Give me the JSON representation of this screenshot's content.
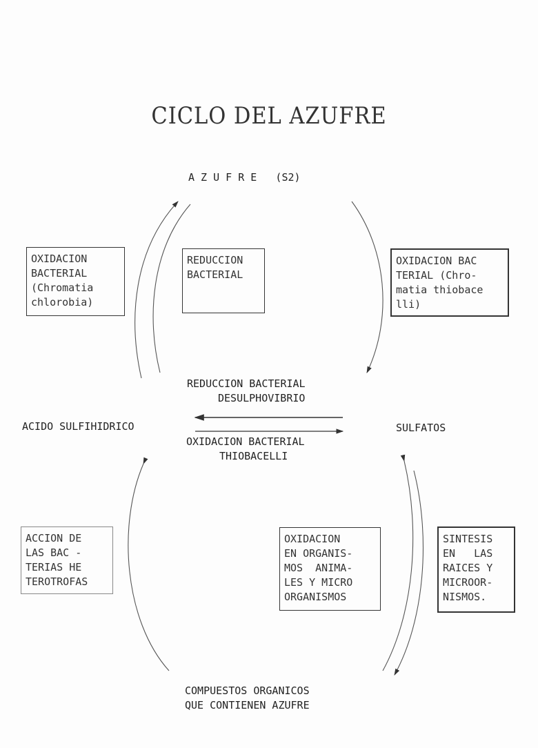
{
  "title": "CICLO DEL AZUFRE",
  "nodes": {
    "top": "A Z U F R E   (S2)",
    "left": "ACIDO SULFIHIDRICO",
    "right": "SULFATOS",
    "bottom_line1": "COMPUESTOS ORGANICOS",
    "bottom_line2": "QUE CONTIENEN AZUFRE"
  },
  "center": {
    "upper_line1": "REDUCCION BACTERIAL",
    "upper_line2": "DESULPHOVIBRIO",
    "lower_line1": "OXIDACION BACTERIAL",
    "lower_line2": "THIOBACELLI"
  },
  "boxes": {
    "oxidacion_chromatia": "OXIDACION\nBACTERIAL\n(Chromatia\nchlorobia)",
    "reduccion_bacterial": "REDUCCION\nBACTERIAL",
    "oxidacion_thiobacelli": "OXIDACION BAC\nTERIAL (Chro-\nmatia thiobace\nlli)",
    "accion_bacterias": "ACCION DE\nLAS BAC -\nTERIAS HE\nTEROTROFAS",
    "oxidacion_organismos": "OXIDACION\nEN ORGANIS-\nMOS  ANIMA-\nLES Y MICRO\nORGANISMOS",
    "sintesis_raices": "SINTESIS\nEN   LAS\nRAICES Y\nMICROOR-\nNISMOS."
  }
}
